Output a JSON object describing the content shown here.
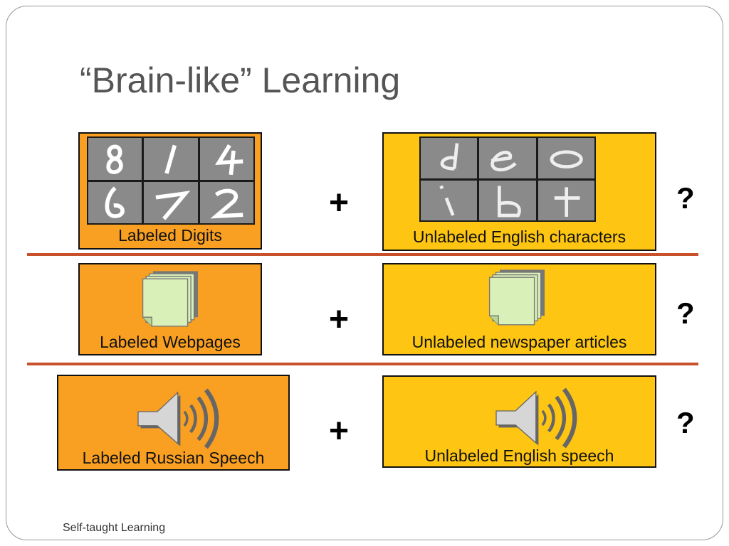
{
  "slide": {
    "title": "“Brain-like” Learning",
    "footer": "Self-taught Learning",
    "plus": "+",
    "question": "?"
  },
  "rows": [
    {
      "labeled": "Labeled Digits",
      "unlabeled": "Unlabeled English characters",
      "icon": "digit-image-grid"
    },
    {
      "labeled": "Labeled Webpages",
      "unlabeled": "Unlabeled newspaper articles",
      "icon": "document-stack-icon"
    },
    {
      "labeled": "Labeled Russian Speech",
      "unlabeled": "Unlabeled English speech",
      "icon": "speaker-icon"
    }
  ],
  "colors": {
    "labeled_box": "#f9a022",
    "unlabeled_box": "#fec612",
    "divider": "#c8502a"
  }
}
